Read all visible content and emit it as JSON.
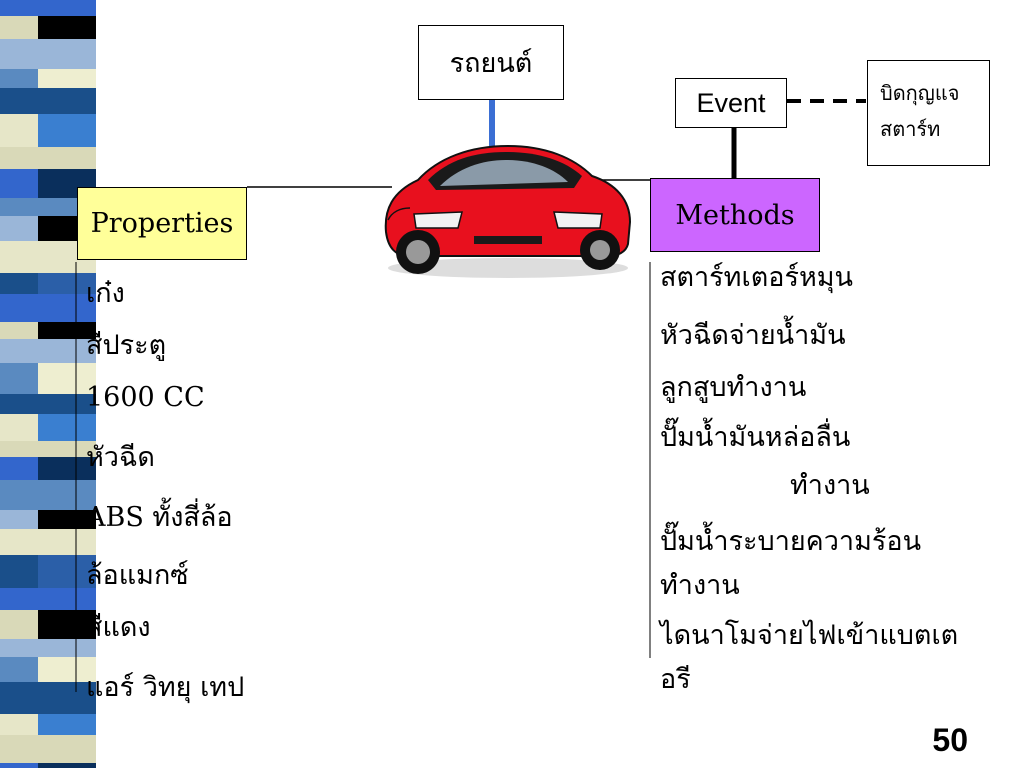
{
  "title": "รถยนต์",
  "event": {
    "label": "Event",
    "note_line1": "บิดกุญแจ",
    "note_line2": "สตาร์ท"
  },
  "properties": {
    "label": "Properties",
    "items": [
      "เก๋ง",
      "สีประตู",
      "1600 CC",
      "หัวฉีด",
      "ABS ทั้งสี่ล้อ",
      "ล้อแมกซ์",
      "สีแดง",
      "แอร์ วิทยุ เทป"
    ]
  },
  "methods": {
    "label": "Methods",
    "items": [
      "สตาร์ทเตอร์หมุน",
      "หัวฉีดจ่ายน้ำมัน",
      "ลูกสูบทำงาน",
      "ปั๊มน้ำมันหล่อลื่น",
      "ทำงาน",
      "ปั๊มน้ำระบายความร้อน ทำงาน",
      "ไดนาโมจ่ายไฟเข้าแบตเตอรี"
    ]
  },
  "page_number": "50",
  "colors": {
    "properties_fill": "#ffff99",
    "methods_fill": "#cc66ff",
    "connector_blue": "#3b6fd4",
    "car_red": "#e8101e"
  }
}
